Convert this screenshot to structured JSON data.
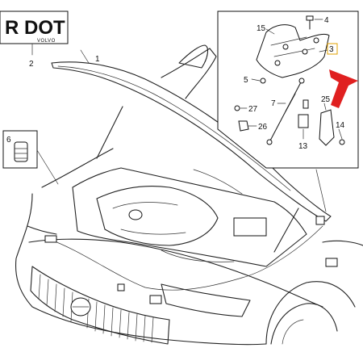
{
  "badge": {
    "text": "R DOT",
    "subtext": "VOLVO",
    "callout": "2"
  },
  "callouts": {
    "c1": "1",
    "c3": "3",
    "c4": "4",
    "c5": "5",
    "c6": "6",
    "c7": "7",
    "c13": "13",
    "c14": "14",
    "c15": "15",
    "c25": "25",
    "c26": "26",
    "c27": "27"
  },
  "colors": {
    "highlight_arrow": "#e02020",
    "line": "#222222"
  }
}
